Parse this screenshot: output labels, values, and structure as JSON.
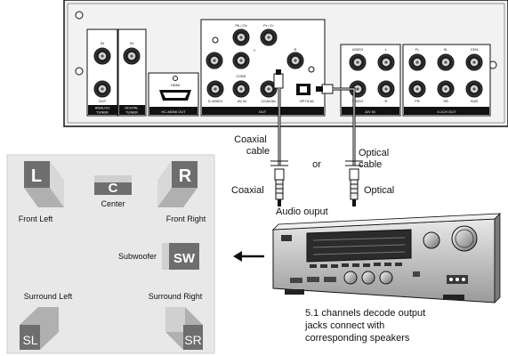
{
  "top_panel": {
    "analog_tuner": "ANALOG\nTUNER",
    "digital_tuner": "DIGITAL\nTUNER",
    "in_label": "IN",
    "out_label": "OUT",
    "hdmi_out": "HC-MDMI OUT",
    "hdmi": "HDMI",
    "s_video": "S-VIDEO",
    "av_in": "AV IN",
    "pb": "Pb / Cb",
    "pr": "Pr / Cr",
    "y": "Y",
    "l": "L",
    "r": "R",
    "cvbs": "CVBS",
    "coaxial": "COAXIAL",
    "optical": "OPTICAL",
    "video": "VIDEO",
    "fl": "FL",
    "fr": "FR",
    "sl": "SL",
    "sr": "SR",
    "cen": "CEN",
    "sub": "SUB",
    "ch51_out": "5.1CH OUT",
    "av_section": "A/V IN"
  },
  "cables": {
    "coaxial_cable": "Coaxial\ncable",
    "or": "or",
    "optical_cable": "Optical\ncable",
    "coaxial": "Coaxial",
    "optical": "Optical",
    "audio_output": "Audio ouput"
  },
  "speakers": {
    "L": "L",
    "C": "C",
    "R": "R",
    "SW": "SW",
    "SL": "SL",
    "SR": "SR",
    "front_left": "Front Left",
    "center": "Center",
    "front_right": "Front Right",
    "subwoofer": "Subwoofer",
    "surround_left": "Surround Left",
    "surround_right": "Surround Right"
  },
  "caption": [
    "5.1 channels decode output",
    "jacks connect with",
    "corresponding speakers"
  ]
}
